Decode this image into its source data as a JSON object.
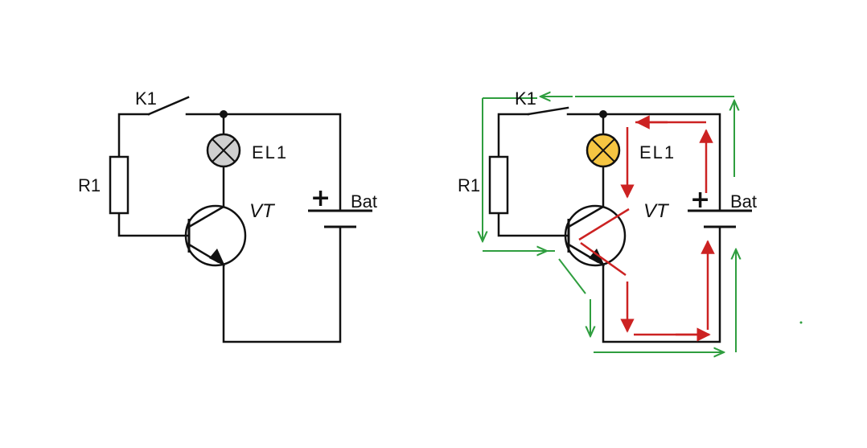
{
  "labels": {
    "k1": "K1",
    "el1": "EL1",
    "r1": "R1",
    "vt": "VT",
    "bat": "Bat",
    "plus": "+"
  },
  "colors": {
    "wire": "#111111",
    "lamp_off": "#cfcfcf",
    "lamp_on": "#f5c542",
    "base_current": "#2f9e3f",
    "load_current": "#cc2222"
  },
  "icons": [
    "switch-icon",
    "lamp-icon",
    "resistor-icon",
    "transistor-icon",
    "battery-icon",
    "arrow-icon"
  ]
}
